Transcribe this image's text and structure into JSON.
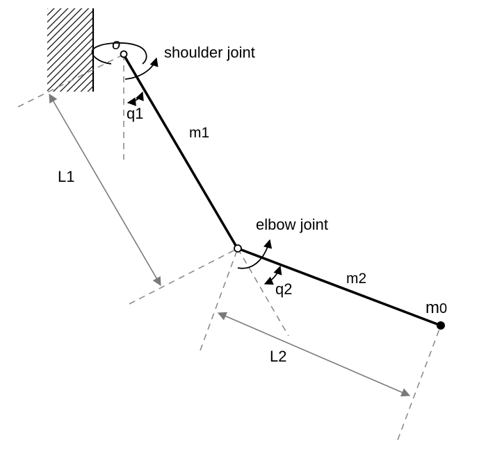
{
  "labels": {
    "origin": "o",
    "shoulder": "shoulder joint",
    "q1": "q1",
    "m1": "m1",
    "L1": "L1",
    "elbow": "elbow joint",
    "q2": "q2",
    "m2": "m2",
    "L2": "L2",
    "m0_main": "m",
    "m0_sub": "0"
  },
  "colors": {
    "link": "#000000",
    "dashed": "#8c8c8c",
    "dimension": "#808080",
    "hatch": "#000000"
  }
}
